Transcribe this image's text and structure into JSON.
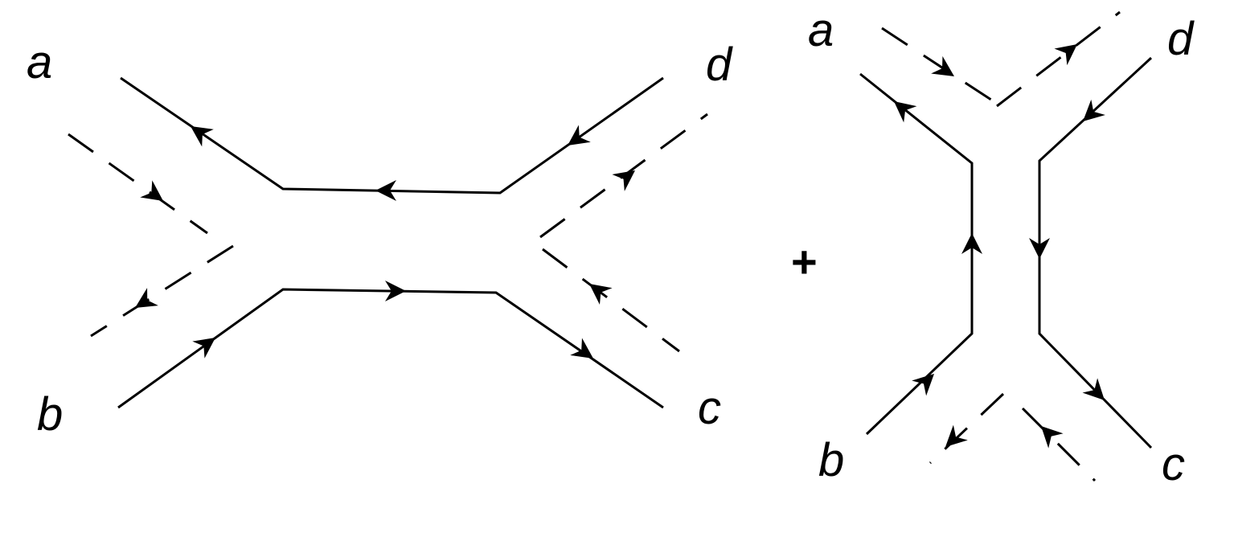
{
  "diagram": {
    "labels": {
      "left_a": "a",
      "left_b": "b",
      "left_c": "c",
      "left_d": "d",
      "right_a": "a",
      "right_b": "b",
      "right_c": "c",
      "right_d": "d"
    },
    "operator": "+",
    "colors": {
      "ink": "#000000",
      "background": "#ffffff"
    },
    "line_styles": {
      "quark": "solid",
      "antiquark": "dashed"
    }
  }
}
